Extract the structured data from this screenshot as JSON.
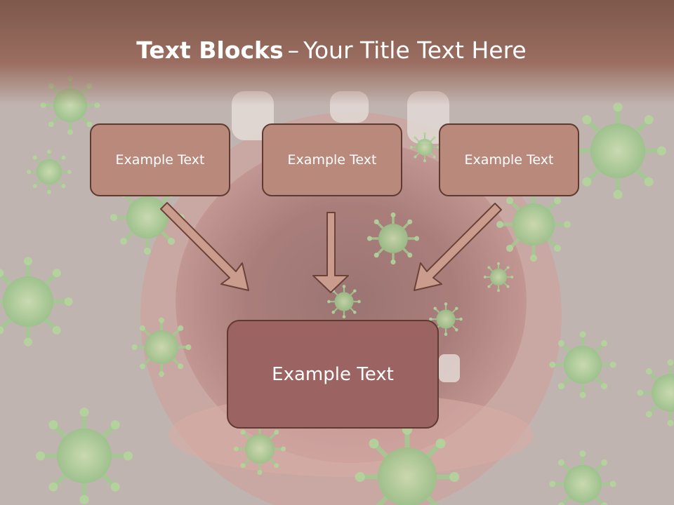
{
  "slide": {
    "title_bold": "Text Blocks",
    "title_separator": "–",
    "title_rest": "Your Title Text Here"
  },
  "blocks": [
    {
      "text": "Example Text"
    },
    {
      "text": "Example Text"
    },
    {
      "text": "Example Text"
    }
  ],
  "main_block": {
    "text": "Example Text"
  },
  "colors": {
    "title_band": "#7a5446",
    "block_fill": "#b9897c",
    "main_block_fill": "#9b6362",
    "border": "#5e3a31",
    "arrow_fill": "#c99c8d",
    "virus": "#8fc77a"
  }
}
